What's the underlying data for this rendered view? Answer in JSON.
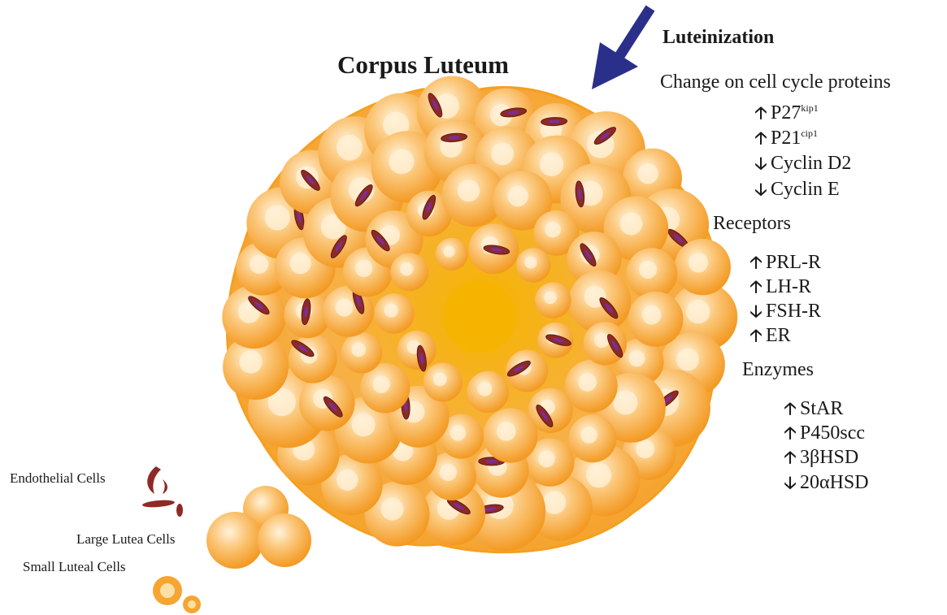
{
  "title": "Corpus Luteum",
  "process": "Luteinization",
  "sections": [
    {
      "heading": "Change on cell cycle proteins",
      "items": [
        {
          "dir": "up",
          "text": "P27",
          "sup": "kip1"
        },
        {
          "dir": "up",
          "text": "P21",
          "sup": "cip1"
        },
        {
          "dir": "down",
          "text": "Cyclin D2"
        },
        {
          "dir": "down",
          "text": "Cyclin E"
        }
      ]
    },
    {
      "heading": "Receptors",
      "items": [
        {
          "dir": "up",
          "text": "PRL-R"
        },
        {
          "dir": "up",
          "text": "LH-R"
        },
        {
          "dir": "down",
          "text": "FSH-R"
        },
        {
          "dir": "up",
          "text": "ER"
        }
      ]
    },
    {
      "heading": "Enzymes",
      "items": [
        {
          "dir": "up",
          "text": "StAR"
        },
        {
          "dir": "up",
          "text": "P450scc"
        },
        {
          "dir": "up",
          "text": "3βHSD"
        },
        {
          "dir": "down",
          "text": "20αHSD"
        }
      ]
    }
  ],
  "legend": {
    "endothelial": "Endothelial Cells",
    "large": "Large Lutea Cells",
    "small": "Small Luteal Cells"
  },
  "glyphs": {
    "up": "🡡",
    "down": "🡣"
  },
  "colors": {
    "arrow": "#2a2f8a",
    "cell": "#f7a531",
    "cellLight": "#fde0a6",
    "endothelial": "#8e2a26",
    "nucleus": "#7a2e9c"
  }
}
